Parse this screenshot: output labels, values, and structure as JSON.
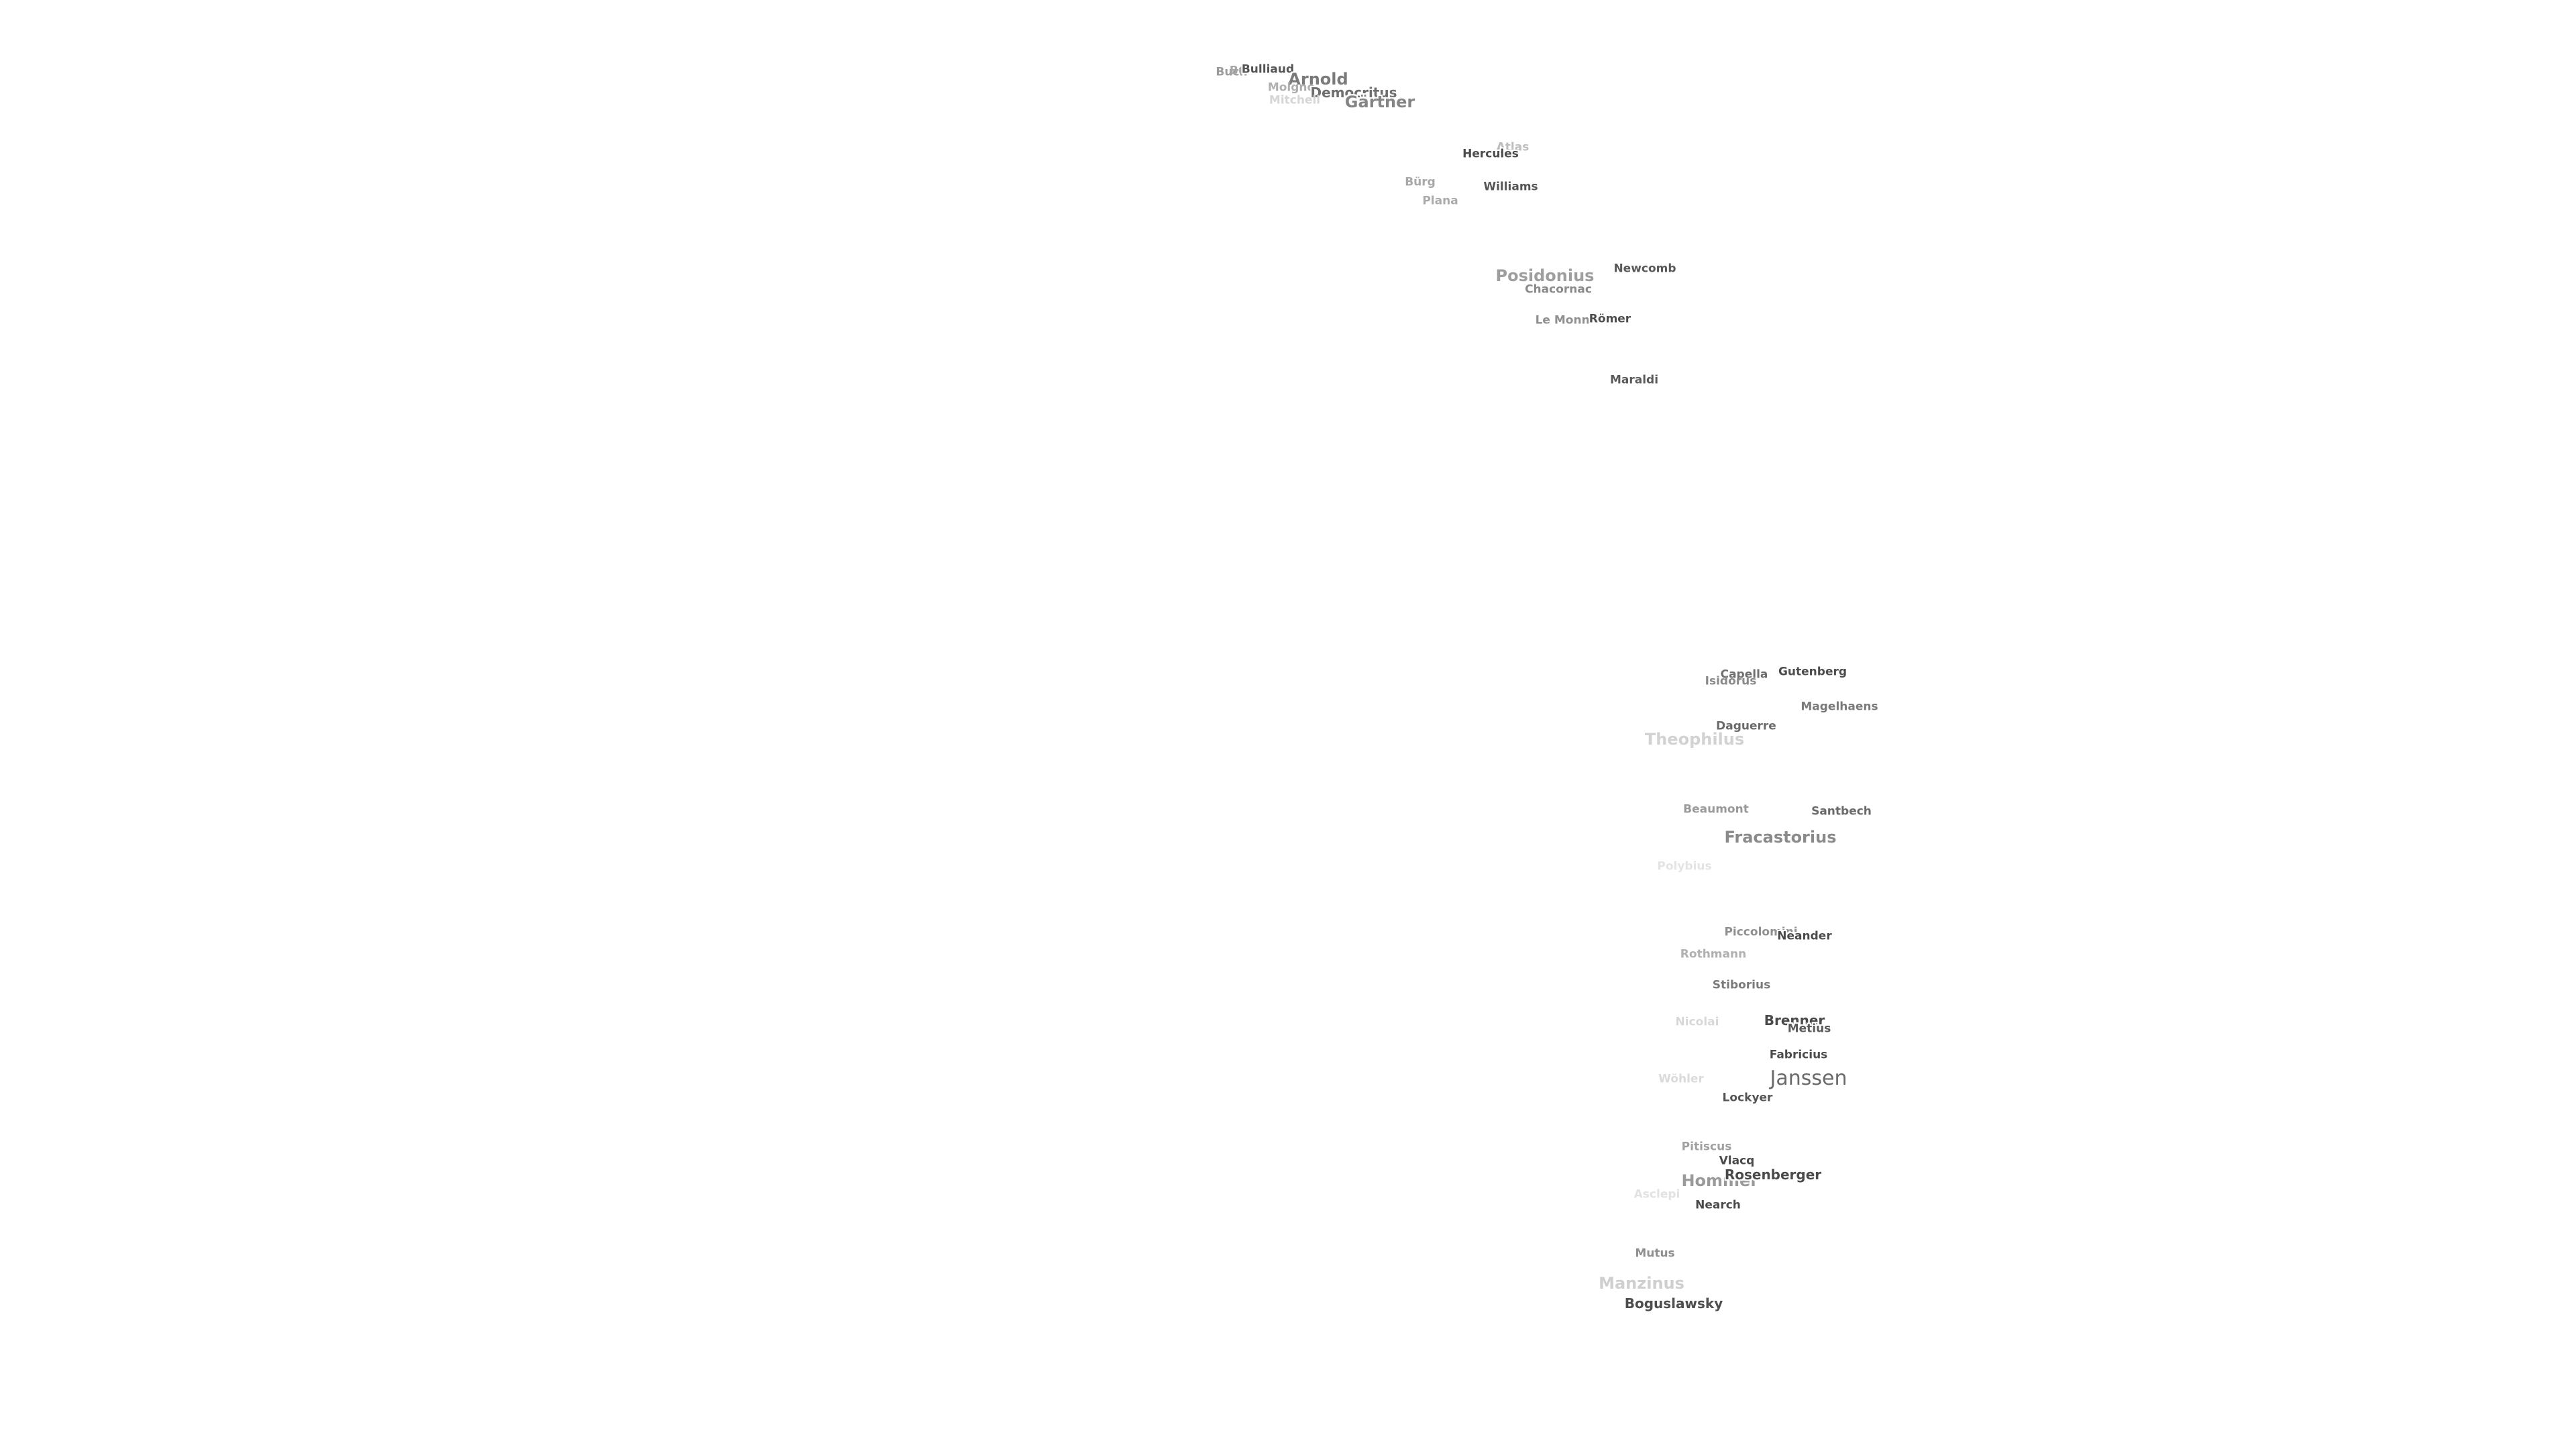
{
  "map": {
    "labels": [
      {
        "text": "Buch",
        "color": "#9a9a9a"
      },
      {
        "text": "Bullialdus",
        "color": "#a6a6a6"
      },
      {
        "text": "Bulliaud",
        "color": "#555555"
      },
      {
        "text": "Arnold",
        "color": "#7a7a7a"
      },
      {
        "text": "Moigno",
        "color": "#b0b0b0"
      },
      {
        "text": "Democritus",
        "color": "#6e6e6e"
      },
      {
        "text": "Gärtner",
        "color": "#858585"
      },
      {
        "text": "Mitchell",
        "color": "#d6d6d6"
      },
      {
        "text": "Atlas",
        "color": "#bdbdbd"
      },
      {
        "text": "Hercules",
        "color": "#4a4a4a"
      },
      {
        "text": "Williams",
        "color": "#555555"
      },
      {
        "text": "Bürg",
        "color": "#a8a8a8"
      },
      {
        "text": "Plana",
        "color": "#aaaaaa"
      },
      {
        "text": "Posidonius",
        "color": "#9e9e9e"
      },
      {
        "text": "Newcomb",
        "color": "#5a5a5a"
      },
      {
        "text": "Chacornac",
        "color": "#8a8a8a"
      },
      {
        "text": "Le Monnier",
        "color": "#8f8f8f"
      },
      {
        "text": "Römer",
        "color": "#4d4d4d"
      },
      {
        "text": "Maraldi",
        "color": "#5a5a5a"
      },
      {
        "text": "Capella",
        "color": "#6f6f6f"
      },
      {
        "text": "Isidorus",
        "color": "#8a8a8a"
      },
      {
        "text": "Gutenberg",
        "color": "#4d4d4d"
      },
      {
        "text": "Magelhaens",
        "color": "#7a7a7a"
      },
      {
        "text": "Daguerre",
        "color": "#6a6a6a"
      },
      {
        "text": "Theophilus",
        "color": "#d2d2d2"
      },
      {
        "text": "Beaumont",
        "color": "#9a9a9a"
      },
      {
        "text": "Santbech",
        "color": "#6a6a6a"
      },
      {
        "text": "Fracastorius",
        "color": "#8a8a8a"
      },
      {
        "text": "Polybius",
        "color": "#e4e4e4"
      },
      {
        "text": "Piccolomini",
        "color": "#8f8f8f"
      },
      {
        "text": "Neander",
        "color": "#4a4a4a"
      },
      {
        "text": "Rothmann",
        "color": "#b0b0b0"
      },
      {
        "text": "Stiborius",
        "color": "#7a7a7a"
      },
      {
        "text": "Nicolai",
        "color": "#d8d8d8"
      },
      {
        "text": "Brenner",
        "color": "#4a4a4a"
      },
      {
        "text": "Metius",
        "color": "#5a5a5a"
      },
      {
        "text": "Fabricius",
        "color": "#4d4d4d"
      },
      {
        "text": "Wöhler",
        "color": "#dadada"
      },
      {
        "text": "Janssen",
        "color": "#6a6a6a"
      },
      {
        "text": "Lockyer",
        "color": "#555555"
      },
      {
        "text": "Pitiscus",
        "color": "#a0a0a0"
      },
      {
        "text": "Vlacq",
        "color": "#4a4a4a"
      },
      {
        "text": "Hommel",
        "color": "#9a9a9a"
      },
      {
        "text": "Rosenberger",
        "color": "#4a4a4a"
      },
      {
        "text": "Asclepi",
        "color": "#e2e2e2"
      },
      {
        "text": "Nearch",
        "color": "#4a4a4a"
      },
      {
        "text": "Mutus",
        "color": "#8f8f8f"
      },
      {
        "text": "Manzinus",
        "color": "#cfcfcf"
      },
      {
        "text": "Boguslawsky",
        "color": "#4d4d4d"
      }
    ]
  }
}
